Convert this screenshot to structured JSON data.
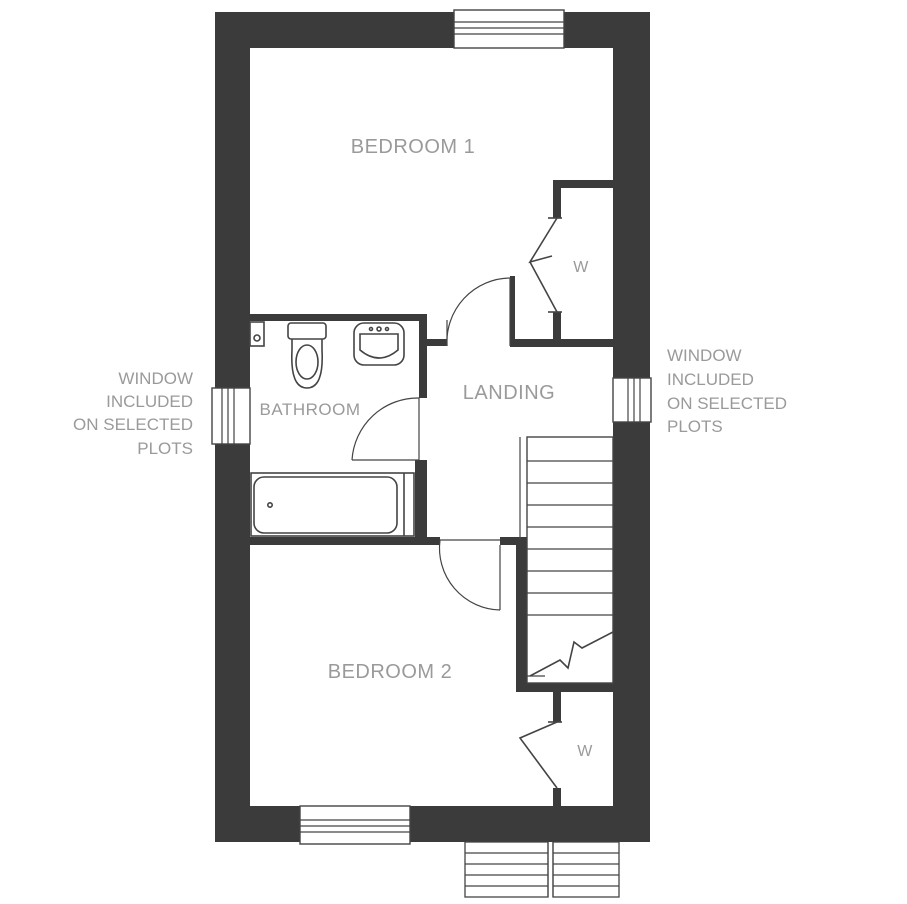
{
  "rooms": {
    "bedroom1": "BEDROOM 1",
    "bedroom2": "BEDROOM 2",
    "bathroom": "BATHROOM",
    "landing": "LANDING",
    "wardrobe1": "W",
    "wardrobe2": "W"
  },
  "notes": {
    "left": [
      "WINDOW",
      "INCLUDED",
      "ON SELECTED",
      "PLOTS"
    ],
    "right": [
      "WINDOW",
      "INCLUDED",
      "ON SELECTED",
      "PLOTS"
    ]
  },
  "colors": {
    "wall": "#3b3b3b",
    "label": "#9a9a9a",
    "line": "#444444"
  }
}
